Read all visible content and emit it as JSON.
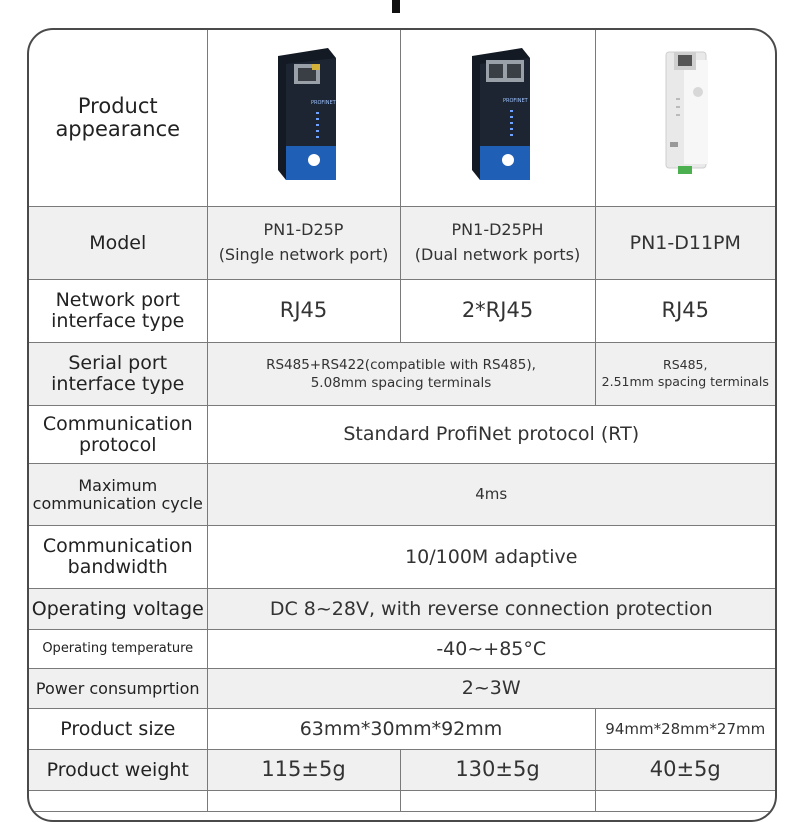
{
  "table": {
    "rows": [
      {
        "label": "Product\nappearance"
      },
      {
        "label": "Model",
        "cells": [
          "PN1-D25P\n(Single network port)",
          "PN1-D25PH\n(Dual network ports)",
          "PN1-D11PM"
        ]
      },
      {
        "label": "Network port\ninterface type",
        "cells": [
          "RJ45",
          "2*RJ45",
          "RJ45"
        ]
      },
      {
        "label": "Serial port\ninterface type",
        "cells": [
          "RS485+RS422(compatible with RS485),\n5.08mm spacing terminals",
          "RS485,\n2.51mm spacing terminals"
        ]
      },
      {
        "label": "Communication\nprotocol",
        "cells": [
          "Standard ProfiNet protocol (RT)"
        ]
      },
      {
        "label": "Maximum\ncommunication cycle",
        "cells": [
          "4ms"
        ]
      },
      {
        "label": "Communication\nbandwidth",
        "cells": [
          "10/100M adaptive"
        ]
      },
      {
        "label": "Operating voltage",
        "cells": [
          "DC 8~28V, with reverse connection protection"
        ]
      },
      {
        "label": "Operating temperature",
        "cells": [
          "-40~+85°C"
        ]
      },
      {
        "label": "Power consumprtion",
        "cells": [
          "2~3W"
        ]
      },
      {
        "label": "Product size",
        "cells": [
          "63mm*30mm*92mm",
          "94mm*28mm*27mm"
        ]
      },
      {
        "label": "Product weight",
        "cells": [
          "115±5g",
          "130±5g",
          "40±5g"
        ]
      }
    ]
  },
  "devices": {
    "d25p_brand": "PROFINET",
    "d25ph_brand": "PROFINET",
    "colors": {
      "body": "#1d2533",
      "accent": "#1f5fb5",
      "white_body": "#f2f2f2"
    }
  }
}
